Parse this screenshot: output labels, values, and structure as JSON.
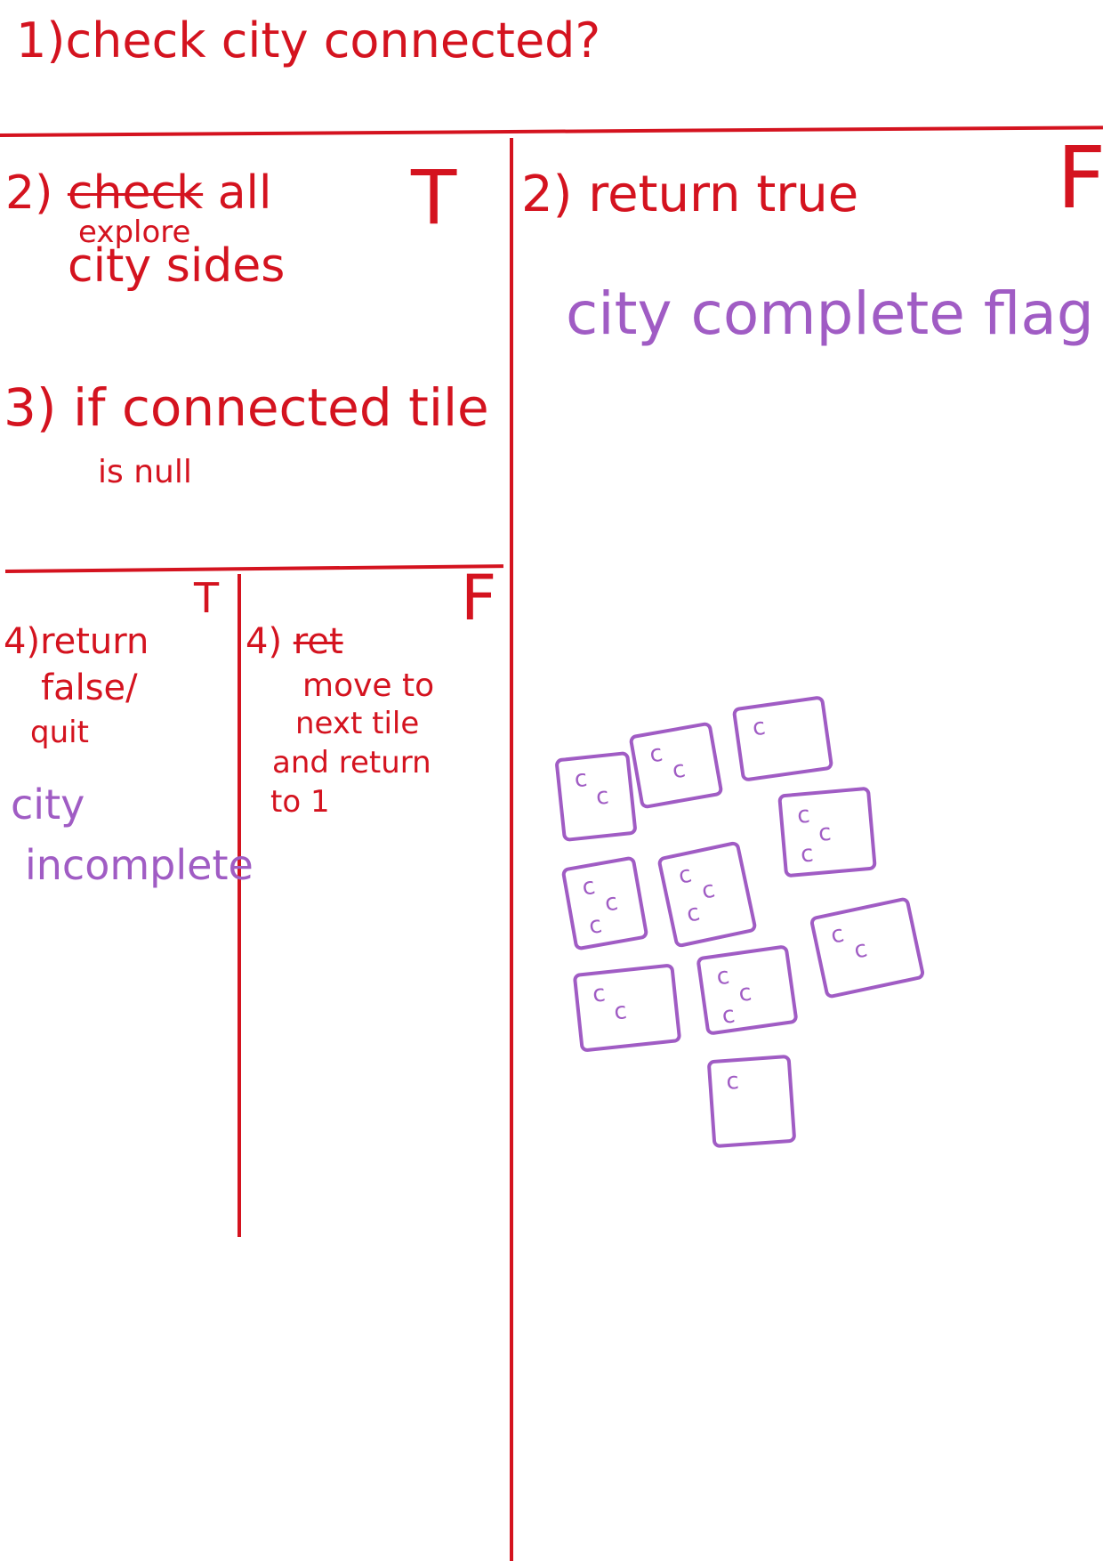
{
  "root": {
    "step": "1)",
    "question": "check city connected?"
  },
  "true_branch": {
    "marker": "T",
    "step2_num": "2)",
    "step2_struck": "check",
    "step2_replacement": "explore",
    "step2_text": "all",
    "step2_line2": "city sides",
    "step3_num": "3)",
    "step3_line1": "if connected tile",
    "step3_line2": "is null",
    "true_sub": {
      "marker": "T",
      "step4_num": "4)",
      "line1": "return",
      "line2": "false/",
      "line3": "quit",
      "note_line1": "city",
      "note_line2": "incomplete"
    },
    "false_sub": {
      "marker": "F",
      "step4_num": "4)",
      "struck": "ret",
      "line1": "move to",
      "line2": "next tile",
      "line3": "and return",
      "line4": "to 1"
    }
  },
  "false_branch": {
    "marker": "F",
    "step2_num": "2)",
    "step2_text": "return true",
    "note": "city complete flag"
  },
  "sketch": {
    "tile_letter": "c",
    "color": "#a05cc4"
  },
  "colors": {
    "ink_red": "#d4131f",
    "ink_purple": "#a05cc4"
  }
}
